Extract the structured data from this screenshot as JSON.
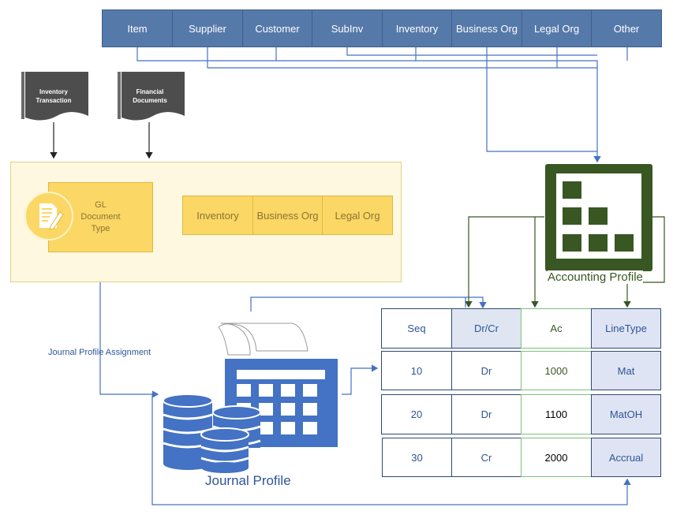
{
  "top_bar": [
    "Item",
    "Supplier",
    "Customer",
    "SubInv",
    "Inventory",
    "Business Org",
    "Legal Org",
    "Other"
  ],
  "documents": {
    "inventory_transaction": [
      "Inventory",
      "Transaction"
    ],
    "financial_documents": [
      "Financial",
      "Documents"
    ]
  },
  "gl_document_type": [
    "GL",
    "Document",
    "Type"
  ],
  "yellow_boxes": [
    "Inventory",
    "Business Org",
    "Legal Org"
  ],
  "accounting_profile": "Accounting Profile",
  "journal_profile": "Journal Profile",
  "journal_profile_assignment": "Journal Profile Assignment",
  "table": {
    "headers": [
      "Seq",
      "Dr/Cr",
      "Ac",
      "LineType"
    ],
    "rows": [
      [
        "10",
        "Dr",
        "1000",
        "Mat"
      ],
      [
        "20",
        "Dr",
        "1100",
        "MatOH"
      ],
      [
        "30",
        "Cr",
        "2000",
        "Accrual"
      ]
    ]
  },
  "colors": {
    "top_bar": "#5579a9",
    "yellow": "#fbd766",
    "green": "#385723",
    "blue_line": "#4472c4",
    "doc_dark": "#4d4d4d"
  }
}
